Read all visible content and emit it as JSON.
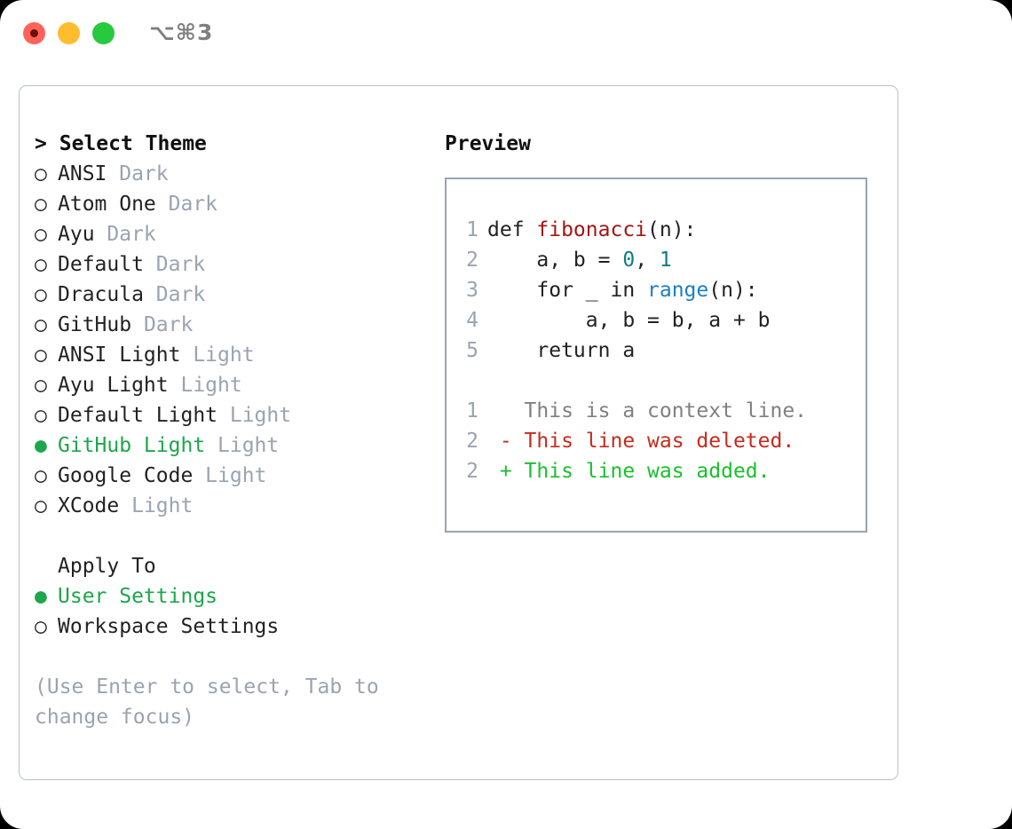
{
  "titlebar": {
    "shortcut": "⌥⌘3",
    "buttons": {
      "close": "close",
      "minimize": "minimize",
      "maximize": "maximize"
    },
    "colors": {
      "close": "#FF6259",
      "minimize": "#FFBD2E",
      "maximize": "#27C93F"
    }
  },
  "theme_list": {
    "header": "Select Theme",
    "caret": ">",
    "marker_selected": "●",
    "marker_unselected": "○",
    "items": [
      {
        "name": "ANSI",
        "variant": "Dark",
        "selected": false
      },
      {
        "name": "Atom One",
        "variant": "Dark",
        "selected": false
      },
      {
        "name": "Ayu",
        "variant": "Dark",
        "selected": false
      },
      {
        "name": "Default",
        "variant": "Dark",
        "selected": false
      },
      {
        "name": "Dracula",
        "variant": "Dark",
        "selected": false
      },
      {
        "name": "GitHub",
        "variant": "Dark",
        "selected": false
      },
      {
        "name": "ANSI Light",
        "variant": "Light",
        "selected": false
      },
      {
        "name": "Ayu Light",
        "variant": "Light",
        "selected": false
      },
      {
        "name": "Default Light",
        "variant": "Light",
        "selected": false
      },
      {
        "name": "GitHub Light",
        "variant": "Light",
        "selected": true
      },
      {
        "name": "Google Code",
        "variant": "Light",
        "selected": false
      },
      {
        "name": "XCode",
        "variant": "Light",
        "selected": false
      }
    ]
  },
  "apply_to": {
    "header": "Apply To",
    "items": [
      {
        "name": "User Settings",
        "selected": true
      },
      {
        "name": "Workspace Settings",
        "selected": false
      }
    ]
  },
  "hint": "(Use Enter to select, Tab to change focus)",
  "preview": {
    "title": "Preview",
    "code_lines": [
      {
        "num": "1",
        "tokens": [
          {
            "t": "def ",
            "c": "kw"
          },
          {
            "t": "fibonacci",
            "c": "fn"
          },
          {
            "t": "(n):",
            "c": "plain"
          }
        ]
      },
      {
        "num": "2",
        "tokens": [
          {
            "t": "    a, b = ",
            "c": "plain"
          },
          {
            "t": "0",
            "c": "num"
          },
          {
            "t": ", ",
            "c": "plain"
          },
          {
            "t": "1",
            "c": "num"
          }
        ]
      },
      {
        "num": "3",
        "tokens": [
          {
            "t": "    for _ in ",
            "c": "plain"
          },
          {
            "t": "range",
            "c": "builtin"
          },
          {
            "t": "(n):",
            "c": "plain"
          }
        ]
      },
      {
        "num": "4",
        "tokens": [
          {
            "t": "        a, b = b, a + b",
            "c": "plain"
          }
        ]
      },
      {
        "num": "5",
        "tokens": [
          {
            "t": "    return a",
            "c": "plain"
          }
        ]
      }
    ],
    "diff_lines": [
      {
        "num": "1",
        "sign": " ",
        "text": " This is a context line.",
        "kind": "ctx"
      },
      {
        "num": "2",
        "sign": "-",
        "text": " This line was deleted.",
        "kind": "del"
      },
      {
        "num": "2",
        "sign": "+",
        "text": " This line was added.",
        "kind": "add"
      }
    ]
  },
  "colors": {
    "accent_green": "#1DA64A",
    "muted": "#9aa3b0",
    "code_function": "#A31515",
    "code_number": "#0E7C86",
    "code_builtin": "#1A7FC1",
    "diff_delete": "#C42B1C",
    "diff_add": "#1BBF2E"
  }
}
